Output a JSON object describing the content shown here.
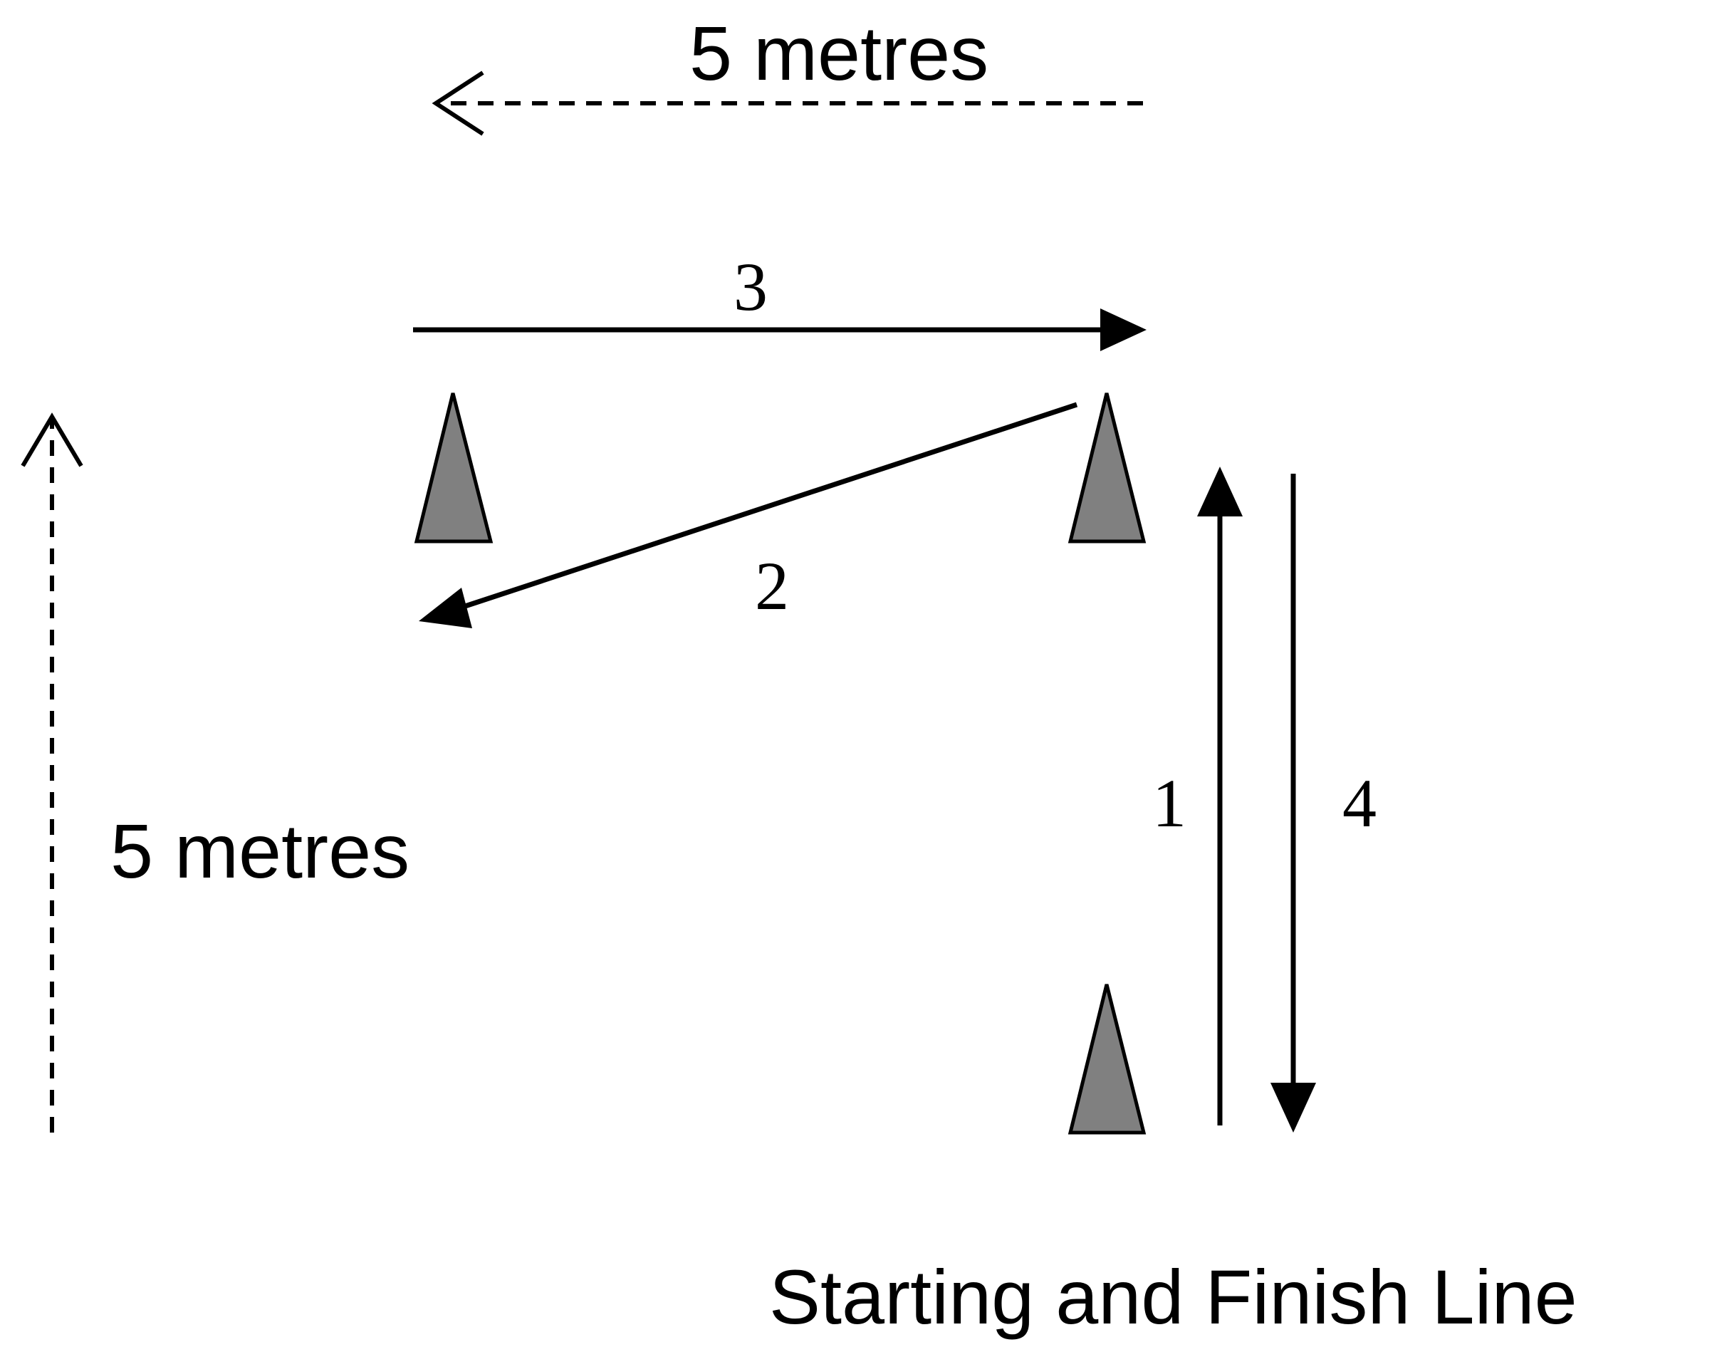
{
  "diagram": {
    "distance_top_label": "5 metres",
    "distance_left_label": "5 metres",
    "finish_label": "Starting and Finish Line",
    "steps": {
      "step_1": "1",
      "step_2": "2",
      "step_3": "3",
      "step_4": "4"
    },
    "colors": {
      "cone_fill": "#808080",
      "stroke": "#000000",
      "background": "#ffffff"
    }
  }
}
